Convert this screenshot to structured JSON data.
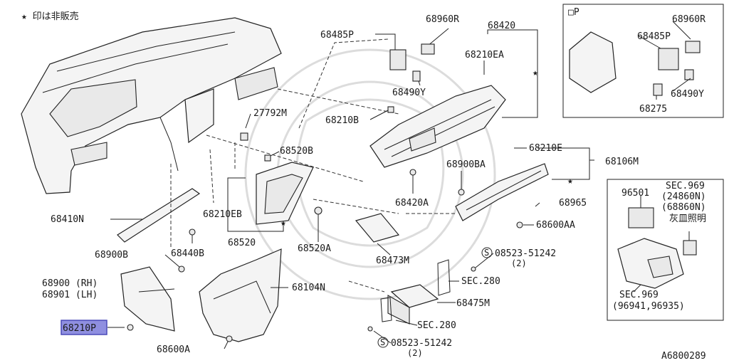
{
  "note": "★ 印は非販売",
  "figure_id": "A6800289",
  "inset_p": {
    "title": "□P",
    "labels": [
      "68960R",
      "68485P",
      "68490Y",
      "68275"
    ]
  },
  "inset_sec": {
    "labels": [
      "96501",
      "SEC.969",
      "(24860N)",
      "(68860N)",
      "灰皿照明",
      "SEC.969",
      "(96941,96935)"
    ]
  },
  "labels": {
    "l68485P": "68485P",
    "l68960R": "68960R",
    "l68420": "68420",
    "l68210EA": "68210EA",
    "l68490Y": "68490Y",
    "l27792M": "27792M",
    "l68210B": "68210B",
    "l68520B": "68520B",
    "l68900BA": "68900BA",
    "l68210E": "68210E",
    "l68106M": "68106M",
    "l68420A": "68420A",
    "l68965": "68965",
    "l68600AA": "68600AA",
    "l68410N": "68410N",
    "l68210EB": "68210EB",
    "l68440B": "68440B",
    "l68520": "68520",
    "l68520A": "68520A",
    "l68473M": "68473M",
    "l68900B": "68900B",
    "l08523a": "08523-51242",
    "l08523a2": "(2)",
    "lsec280a": "SEC.280",
    "l68900": "68900 (RH)",
    "l68901": "68901 (LH)",
    "l68104N": "68104N",
    "l68475M": "68475M",
    "lsec280b": "SEC.280",
    "l68210P": "68210P",
    "l08523b": "08523-51242",
    "l08523b2": "(2)",
    "l68600A": "68600A"
  },
  "highlight_color": "#8f8fe0"
}
